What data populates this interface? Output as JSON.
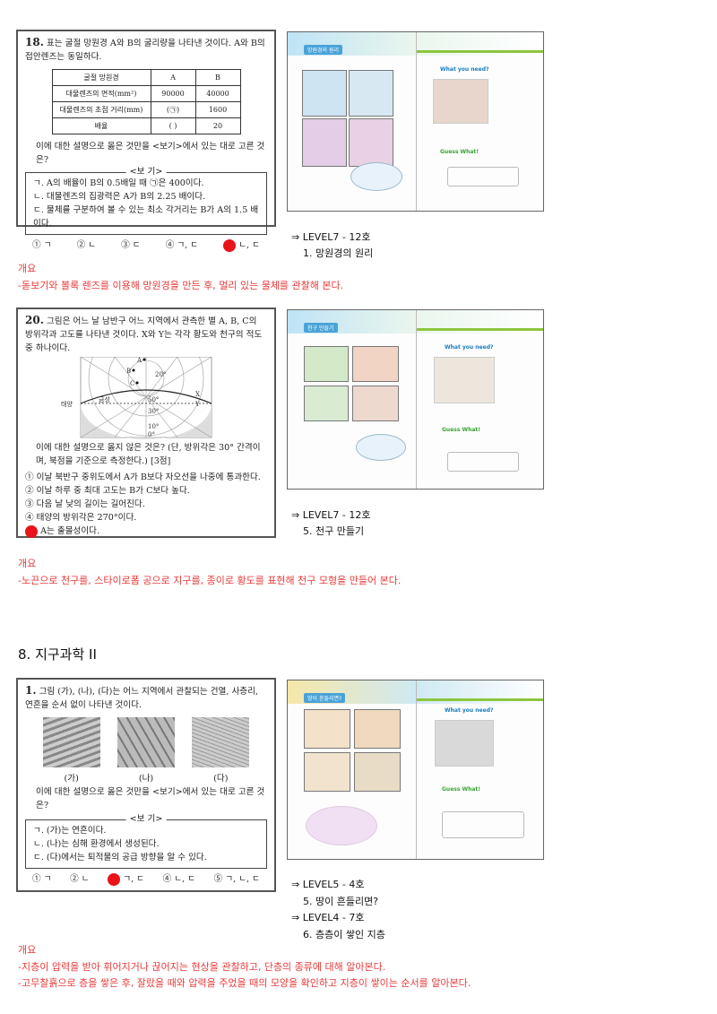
{
  "q18": {
    "num": "18.",
    "text": "표는 굴절 망원경 A와 B의 굴리량을 나타낸 것이다. A와 B의 접안렌즈는 동일하다.",
    "table": {
      "headers": [
        "굴절 망원경",
        "A",
        "B"
      ],
      "rows": [
        [
          "대물렌즈의 면적(mm²)",
          "90000",
          "40000"
        ],
        [
          "대물렌즈의 초점 거리(mm)",
          "(㉠)",
          "1600"
        ],
        [
          "배율",
          "(  )",
          "20"
        ]
      ]
    },
    "question": "이에 대한 설명으로 옳은 것만을 <보기>에서 있는 대로 고른 것은?",
    "bogi_title": "<보 기>",
    "bogi": [
      "ㄱ. A의 배율이 B의 0.5배일 때 ㉠은 400이다.",
      "ㄴ. 대물렌즈의 집광력은 A가 B의 2.25 배이다.",
      "ㄷ. 물체를 구분하여 볼 수 있는 최소 각거리는 B가 A의 1.5 배이다."
    ],
    "choices": [
      "① ㄱ",
      "② ㄴ",
      "③ ㄷ",
      "④ ㄱ, ㄷ",
      "ㄴ, ㄷ"
    ],
    "answer_index": 4
  },
  "q20": {
    "num": "20.",
    "text": "그림은 어느 날 남반구 어느 지역에서 관측한 별 A, B, C의 방위각과 고도를 나타낸 것이다. X와 Y는 각각 황도와 천구의 적도 중 하나이다.",
    "diagram": {
      "labels": [
        "A",
        "B",
        "C",
        "20°",
        "X",
        "Y",
        "태양",
        "금성",
        "50°",
        "30°",
        "10°",
        "0°"
      ]
    },
    "question": "이에 대한 설명으로 옳지 않은 것은? (단, 방위각은 30° 간격이며, 북점을 기준으로 측정한다.) [3점]",
    "choices": [
      "① 이날 북반구 중위도에서 A가 B보다 자오선을 나중에 통과한다.",
      "② 이날 하루 중 최대 고도는 B가 C보다 높다.",
      "③ 다음 날 낮의 길이는 길어진다.",
      "④ 태양의 방위각은 270°이다.",
      "A는 출몰성이다."
    ],
    "answer_index": 4
  },
  "q1": {
    "num": "1.",
    "text": "그림 (가), (나), (다)는 어느 지역에서 관찰되는 건열, 사층리, 연흔을 순서 없이 나타낸 것이다.",
    "captions": [
      "(가)",
      "(나)",
      "(다)"
    ],
    "question": "이에 대한 설명으로 옳은 것만을 <보기>에서 있는 대로 고른 것은?",
    "bogi_title": "<보 기>",
    "bogi": [
      "ㄱ. (가)는 연흔이다.",
      "ㄴ. (나)는 심해 환경에서 생성된다.",
      "ㄷ. (다)에서는 퇴적물의 공급 방향을 알 수 있다."
    ],
    "choices": [
      "① ㄱ",
      "② ㄴ",
      "ㄱ, ㄷ",
      "④ ㄴ, ㄷ",
      "⑤ ㄱ, ㄴ, ㄷ"
    ],
    "answer_index": 2
  },
  "books": [
    {
      "title": "망원경의 원리",
      "need": "What you need?",
      "guess": "Guess What!"
    },
    {
      "title": "천구 만들기",
      "need": "What you need?",
      "guess": "Guess What!"
    },
    {
      "title": "땅이 흔들리면?",
      "need": "What you need?",
      "guess": "Guess What!"
    }
  ],
  "refs": {
    "r1": {
      "level": "⇒ LEVEL7 - 12호",
      "lesson": "1. 망원경의 원리",
      "overview_label": "개요",
      "overview": [
        "-돋보기와 볼록 렌즈를 이용해 망원경을 만든 후, 멀리 있는 물체를 관찰해 본다."
      ]
    },
    "r2": {
      "level": "⇒ LEVEL7 - 12호",
      "lesson": "5. 천구 만들기",
      "overview_label": "개요",
      "overview": [
        "-노끈으로 천구를, 스타이로폼 공으로 지구를, 종이로 황도를 표현해 천구 모형을 만들어 본다."
      ]
    },
    "r3": {
      "level": "⇒ LEVEL5 - 4호",
      "lesson": "5. 땅이 흔들리면?",
      "level2": "⇒ LEVEL4 - 7호",
      "lesson2": "6. 층층이 쌓인 지층",
      "overview_label": "개요",
      "overview": [
        "-지층이 압력을 받아 휘어지거나 끊어지는 현상을 관찰하고, 단층의 종류에 대해 알아본다.",
        "-고무찰흙으로 층을 쌓은 후, 잘랐을 때와 압력을 주었을 때의 모양을 확인하고 지층이 쌓이는 순서를 알아본다."
      ]
    }
  },
  "section": "8. 지구과학 II",
  "colors": {
    "answer_dot": "#e8141a",
    "overview_text": "#e83a3a"
  }
}
